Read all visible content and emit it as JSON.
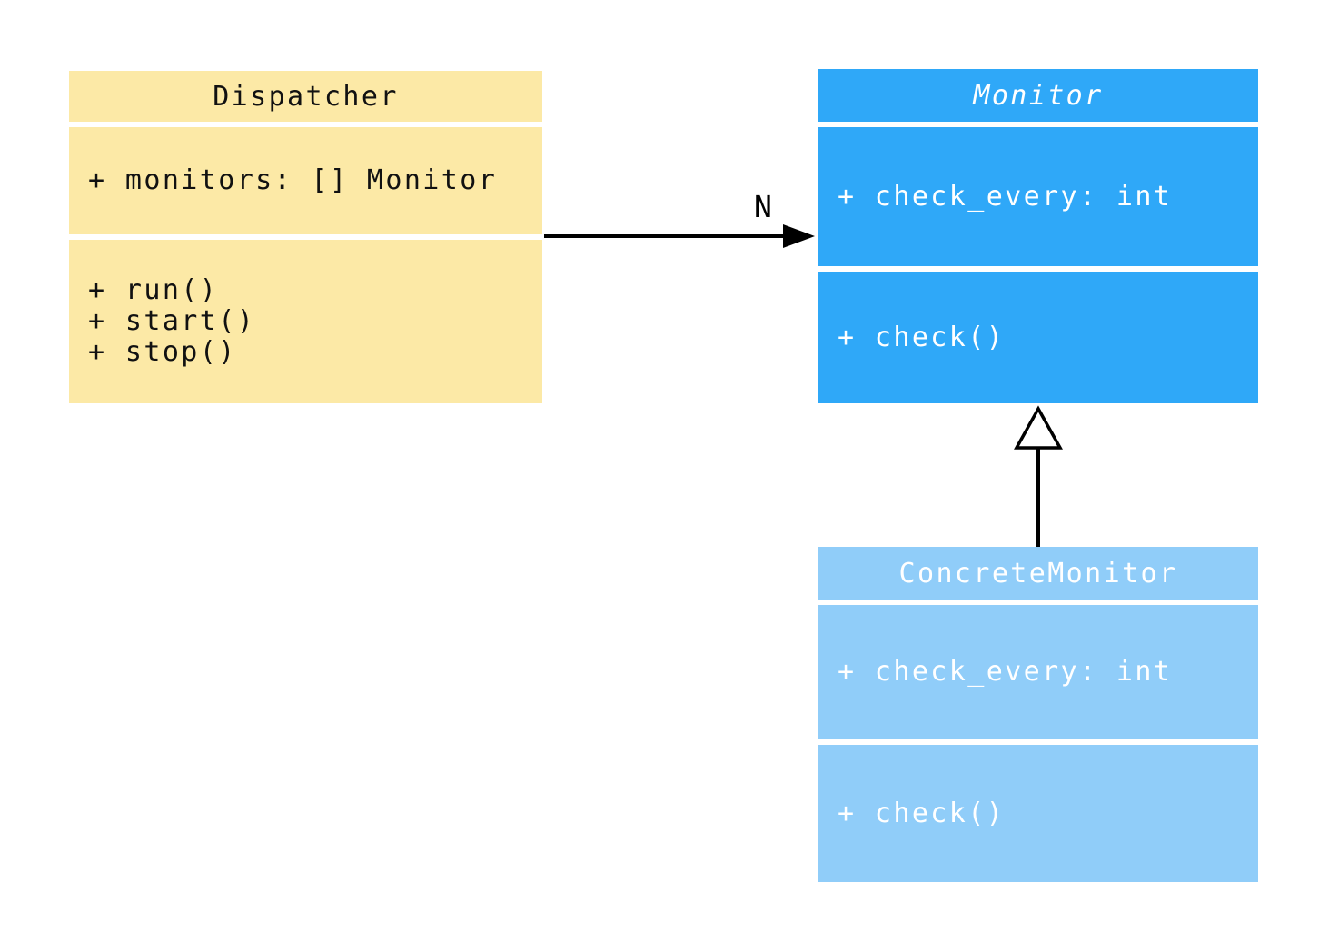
{
  "diagram": {
    "type": "uml-class-diagram",
    "background_color": "#ffffff",
    "classes": [
      {
        "name": "Dispatcher",
        "abstract": false,
        "attributes": [
          "+ monitors: [] Monitor"
        ],
        "methods": [
          "+ run()",
          "+ start()",
          "+ stop()"
        ],
        "colors": {
          "fill": "#FCE9A6",
          "text": "#111111"
        }
      },
      {
        "name": "Monitor",
        "abstract": true,
        "attributes": [
          "+ check_every: int"
        ],
        "methods": [
          "+ check()"
        ],
        "colors": {
          "fill": "#2FA8F8",
          "text": "#FFFFFF"
        }
      },
      {
        "name": "ConcreteMonitor",
        "abstract": false,
        "attributes": [
          "+ check_every: int"
        ],
        "methods": [
          "+ check()"
        ],
        "colors": {
          "fill": "#90CDF9",
          "text": "#FFFFFF"
        }
      }
    ],
    "relations": [
      {
        "type": "association",
        "from": "Dispatcher",
        "to": "Monitor",
        "label": "N",
        "line_color": "#000000"
      },
      {
        "type": "inheritance",
        "from": "ConcreteMonitor",
        "to": "Monitor",
        "line_color": "#000000"
      }
    ]
  }
}
